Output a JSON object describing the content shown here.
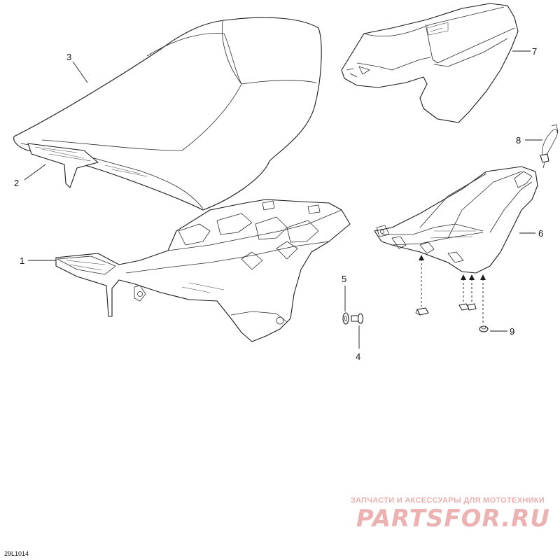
{
  "callouts": [
    {
      "id": "1",
      "label": "1"
    },
    {
      "id": "2",
      "label": "2"
    },
    {
      "id": "3",
      "label": "3"
    },
    {
      "id": "4",
      "label": "4"
    },
    {
      "id": "5",
      "label": "5"
    },
    {
      "id": "6",
      "label": "6"
    },
    {
      "id": "7",
      "label": "7"
    },
    {
      "id": "8",
      "label": "8"
    },
    {
      "id": "9",
      "label": "9"
    }
  ],
  "reference_code": "29L1014",
  "watermark": {
    "caption": "ЗАПЧАСТИ И АКСЕССУАРЫ ДЛЯ МОТОТЕХНИКИ",
    "logo": "PARTSFOR.RU",
    "color": "#e8a0a0"
  }
}
